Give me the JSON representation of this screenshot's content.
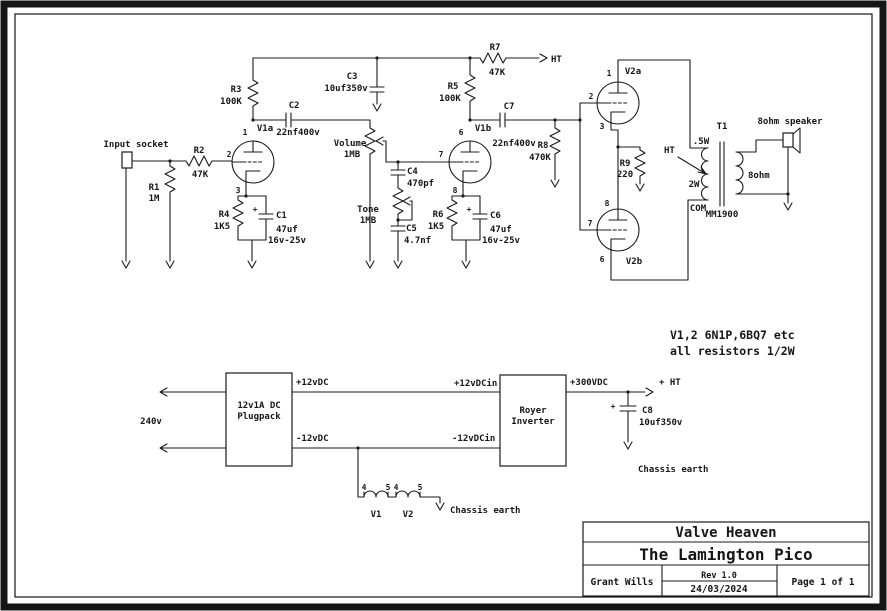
{
  "title_block": {
    "company": "Valve Heaven",
    "project": "The Lamington Pico",
    "author": "Grant Wills",
    "revision": "Rev 1.0",
    "date": "24/03/2024",
    "page": "Page 1 of 1"
  },
  "notes": {
    "line1": "V1,2 6N1P,6BQ7 etc",
    "line2": "all resistors 1/2W"
  },
  "labels": {
    "input_socket": "Input socket",
    "ht": "HT",
    "plus_ht": "+ HT",
    "mains": "240v",
    "plugpack_line1": "12v1A DC",
    "plugpack_line2": "Plugpack",
    "royer_line1": "Royer",
    "royer_line2": "Inverter",
    "p12": "+12vDC",
    "m12": "-12vDC",
    "p12in": "+12vDCin",
    "m12in": "-12vDCin",
    "p300": "+300VDC",
    "chassis_earth_heater": "Chassis earth",
    "chassis_earth_c8": "Chassis earth",
    "speaker": "8ohm speaker",
    "sec_impedance": "8ohm",
    "transformer": "T1",
    "transformer_model": "MM1900",
    "tap_top": ".5W",
    "tap_mid": "2W",
    "tap_com": "COM",
    "plus": "+"
  },
  "components": {
    "r1": {
      "name": "R1",
      "value": "1M"
    },
    "r2": {
      "name": "R2",
      "value": "47K"
    },
    "r3": {
      "name": "R3",
      "value": "100K"
    },
    "r4": {
      "name": "R4",
      "value": "1K5"
    },
    "r5": {
      "name": "R5",
      "value": "100K"
    },
    "r6": {
      "name": "R6",
      "value": "1K5"
    },
    "r7": {
      "name": "R7",
      "value": "47K"
    },
    "r8": {
      "name": "R8",
      "value": "470K"
    },
    "r9": {
      "name": "R9",
      "value": "220"
    },
    "c1": {
      "name": "C1",
      "value": "47uf",
      "rating": "16v-25v"
    },
    "c2": {
      "name": "C2",
      "value": "22nf400v"
    },
    "c3": {
      "name": "C3",
      "value": "10uf350v"
    },
    "c4": {
      "name": "C4",
      "value": "470pf"
    },
    "c5": {
      "name": "C5",
      "value": "4.7nf"
    },
    "c6": {
      "name": "C6",
      "value": "47uf",
      "rating": "16v-25v"
    },
    "c7": {
      "name": "C7",
      "value": "22nf400v"
    },
    "c8": {
      "name": "C8",
      "value": "10uf350v"
    },
    "volume": {
      "name": "Volume",
      "value": "1MB"
    },
    "tone": {
      "name": "Tone",
      "value": "1MB"
    }
  },
  "tubes": {
    "v1a": {
      "label": "V1a",
      "pin_top": "1",
      "pin_grid": "2",
      "pin_cathode": "3"
    },
    "v1b": {
      "label": "V1b",
      "pin_top": "6",
      "pin_grid": "7",
      "pin_cathode": "8"
    },
    "v2a": {
      "label": "V2a",
      "pin_top": "1",
      "pin_grid": "2",
      "pin_cathode": "3"
    },
    "v2b": {
      "label": "V2b",
      "pin_top": "8",
      "pin_grid": "7",
      "pin_cathode": "6"
    }
  },
  "heaters": {
    "v1": "V1",
    "v2": "V2",
    "h1": "4",
    "h2": "5",
    "h3": "4",
    "h4": "5"
  }
}
